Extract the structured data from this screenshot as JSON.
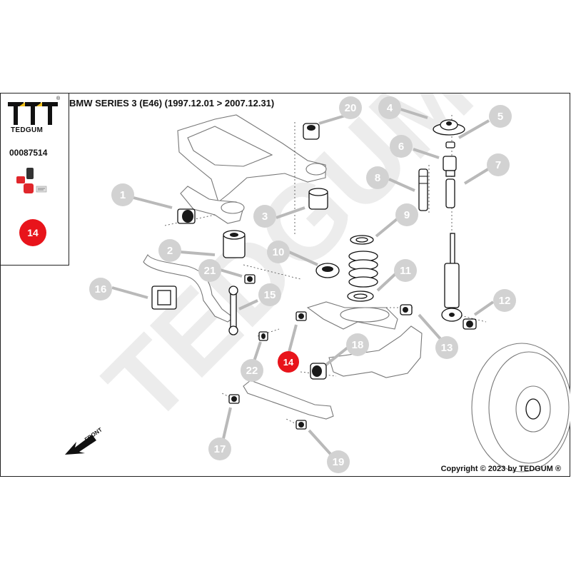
{
  "brand": {
    "logo_text": "TEDGUM",
    "registered_mark": "®",
    "part_number": "00087514",
    "highlight_part": "14",
    "colors": {
      "highlight": "#e8141b",
      "callout": "#d2d2d2",
      "watermark": "#eeeeee",
      "thumb_red": "#e0262b"
    }
  },
  "diagram": {
    "title": "BMW SERIES 3 (E46)  (1997.12.01 > 2007.12.31)",
    "watermark": "TEDGUM",
    "front_label": "FRONT",
    "copyright": "Copyright © 2023 by TEDGUM ®",
    "callouts": [
      "1",
      "2",
      "3",
      "4",
      "5",
      "6",
      "7",
      "8",
      "9",
      "10",
      "11",
      "12",
      "13",
      "14",
      "15",
      "16",
      "17",
      "18",
      "19",
      "20",
      "21",
      "22"
    ]
  }
}
